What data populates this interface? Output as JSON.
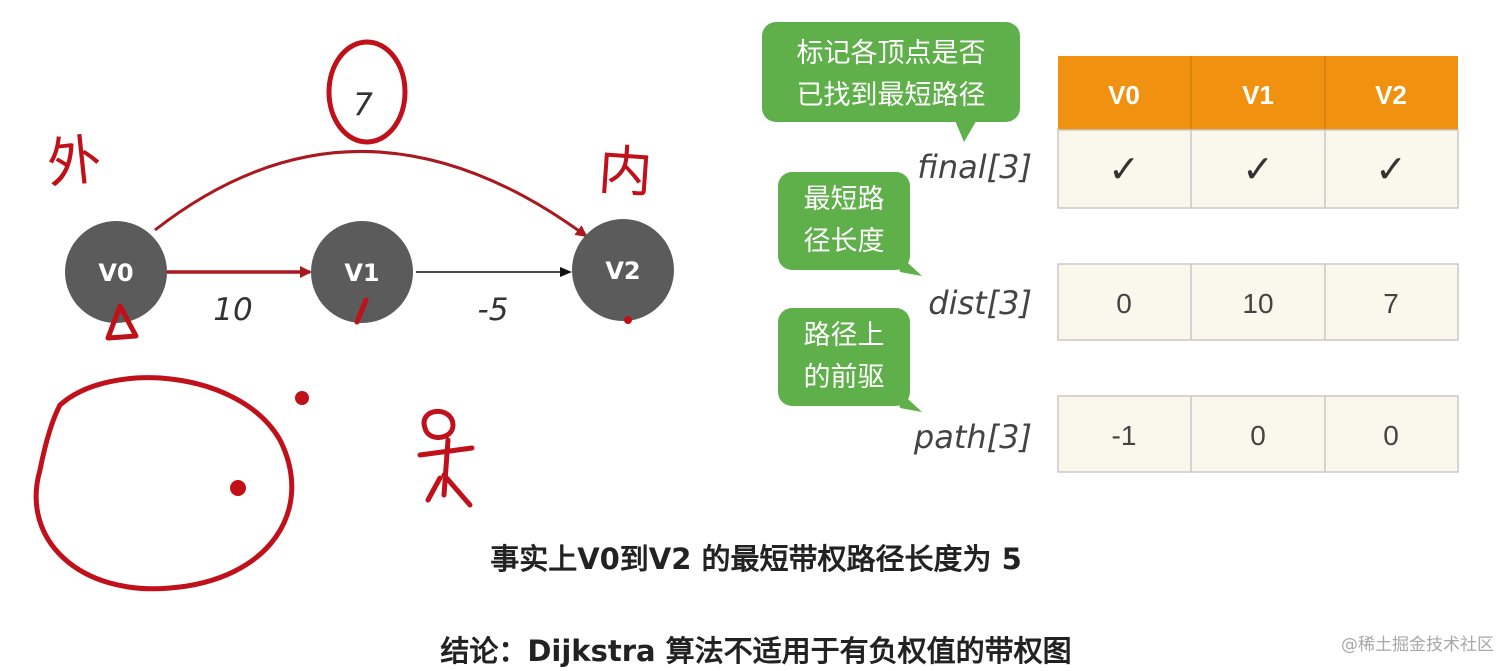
{
  "graph": {
    "nodes": [
      {
        "id": "v0",
        "label": "V0"
      },
      {
        "id": "v1",
        "label": "V1"
      },
      {
        "id": "v2",
        "label": "V2"
      }
    ],
    "edges": [
      {
        "from": "V0",
        "to": "V1",
        "weight": "10"
      },
      {
        "from": "V1",
        "to": "V2",
        "weight": "-5"
      },
      {
        "from": "V0",
        "to": "V2",
        "weight": "7"
      }
    ]
  },
  "annotations": {
    "outer": "外",
    "inner": "内"
  },
  "table": {
    "columns": [
      "V0",
      "V1",
      "V2"
    ],
    "rows": [
      {
        "id": "final",
        "label": "final[3]",
        "values": [
          "✓",
          "✓",
          "✓"
        ]
      },
      {
        "id": "dist",
        "label": "dist[3]",
        "values": [
          "0",
          "10",
          "7"
        ]
      },
      {
        "id": "path",
        "label": "path[3]",
        "values": [
          "-1",
          "0",
          "0"
        ]
      }
    ]
  },
  "callouts": {
    "final": [
      "标记各顶点是否",
      "已找到最短路径"
    ],
    "dist": [
      "最短路",
      "径长度"
    ],
    "path": [
      "路径上",
      "的前驱"
    ]
  },
  "captions": {
    "fact": "事实上V0到V2 的最短带权路径长度为 5",
    "conclusion": "结论：Dijkstra 算法不适用于有负权值的带权图"
  },
  "watermark": "@稀土掘金技术社区",
  "colors": {
    "node": "#5b5b5b",
    "ink": "#c0101a",
    "edge_red": "#a81a1f",
    "header": "#f0920f",
    "cell": "#faf8ec",
    "callout": "#5fb04a"
  }
}
